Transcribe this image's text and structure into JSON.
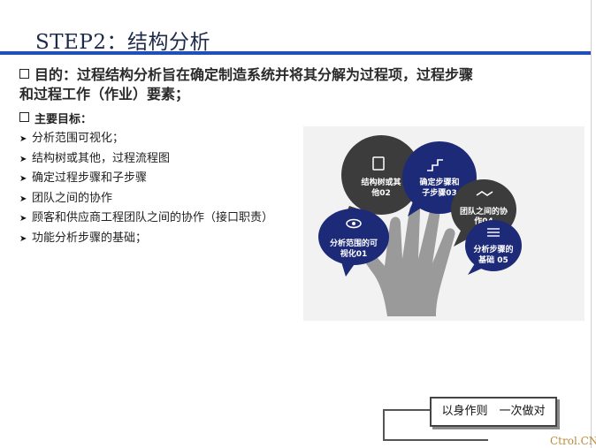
{
  "title": "STEP2：结构分析",
  "goal_line1": "目的：过程结构分析旨在确定制造系统并将其分解为过程项，过程步骤",
  "goal_line2": "和过程工作（作业）要素；",
  "main_goal_label": "主要目标：",
  "bullets": [
    "分析范围可视化；",
    "结构树或其他，过程流程图",
    "确定过程步骤和子步骤",
    "团队之间的协作",
    "顾客和供应商工程团队之间的协作（接口职责）",
    "功能分析步骤的基础；"
  ],
  "bubbles": [
    {
      "line1": "结构树或其",
      "line2": "他02",
      "icon": "document-icon",
      "color": "#3c3c3c"
    },
    {
      "line1": "确定步骤和",
      "line2": "子步骤03",
      "icon": "stairs-person-icon",
      "color": "#1c2a78"
    },
    {
      "line1": "团队之间的协",
      "line2": "作04",
      "icon": "handshake-icon",
      "color": "#3c3c3c"
    },
    {
      "line1": "分析范围的可",
      "line2": "视化01",
      "icon": "eye-icon",
      "color": "#1c2a78"
    },
    {
      "line1": "分析步骤的",
      "line2": "基础 05",
      "icon": "list-icon",
      "color": "#1c2a78"
    }
  ],
  "motto": "以身作则　一次做对",
  "watermark": "Ctrol.CN"
}
